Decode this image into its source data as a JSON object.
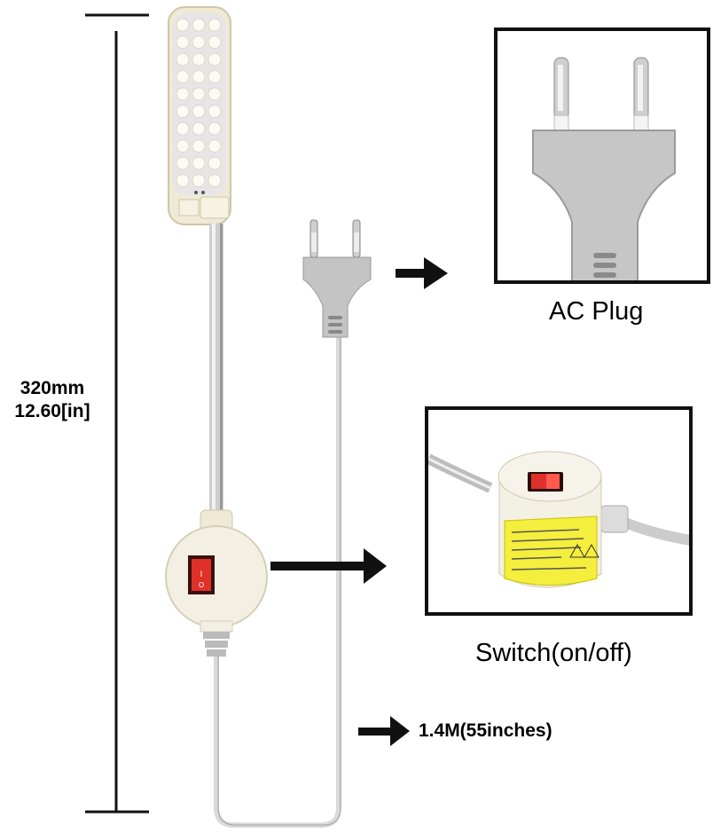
{
  "dimension": {
    "height_mm": "320mm",
    "height_in": "12.60[in]"
  },
  "callouts": {
    "plug_caption": "AC Plug",
    "switch_caption": "Switch(on/off)",
    "cable_length": "1.4M(55inches)"
  },
  "colors": {
    "lamp_body": "#efe9d6",
    "led": "#fbfbf2",
    "switch_red": "#e0302a",
    "label_yellow": "#f4ee3c",
    "plug_grey": "#bdbdbd",
    "pin_metal": "#cfcfcf"
  },
  "icons": [
    "led-panel-icon",
    "switch-icon",
    "plug-icon",
    "arrow-right-icon"
  ]
}
